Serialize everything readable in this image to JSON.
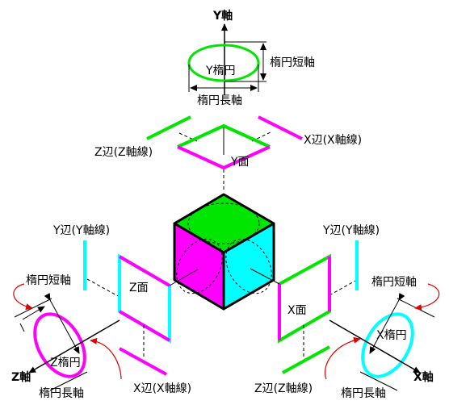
{
  "colors": {
    "green": "#00e600",
    "magenta": "#ff00ff",
    "cyan": "#00ffff",
    "black": "#000000",
    "red": "#e00000"
  },
  "labels": {
    "y_axis": "Y軸",
    "y_ellipse": "Y楕円",
    "y_minor_axis": "楕円短軸",
    "y_major_axis": "楕円長軸",
    "z_edge_top": "Z辺(Z軸線)",
    "x_edge_top": "X辺(X軸線)",
    "y_face": "Y面",
    "y_edge_left": "Y辺(Y軸線)",
    "y_edge_right": "Y辺(Y軸線)",
    "z_face": "Z面",
    "x_face": "X面",
    "left_minor_axis": "楕円短軸",
    "right_minor_axis": "楕円短軸",
    "z_ellipse": "Z楕円",
    "x_ellipse": "X楕円",
    "z_axis": "Z軸",
    "x_axis": "X軸",
    "left_major_axis": "楕円長軸",
    "right_major_axis": "楕円長軸",
    "x_edge_bottom": "X辺(X軸線)",
    "z_edge_bottom": "Z辺(Z軸線)"
  }
}
